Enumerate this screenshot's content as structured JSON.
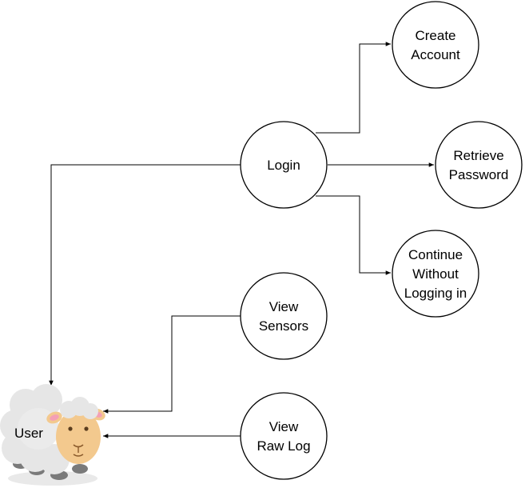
{
  "nodes": {
    "login": {
      "label": "Login"
    },
    "create_account": {
      "lines": [
        "Create",
        "Account"
      ]
    },
    "retrieve_password": {
      "lines": [
        "Retrieve",
        "Password"
      ]
    },
    "continue_without": {
      "lines": [
        "Continue",
        "Without",
        "Logging in"
      ]
    },
    "view_sensors": {
      "lines": [
        "View",
        "Sensors"
      ]
    },
    "view_raw_log": {
      "lines": [
        "View",
        "Raw Log"
      ]
    },
    "user": {
      "label": "User",
      "icon": "sheep-icon"
    }
  },
  "colors": {
    "stroke": "#000000",
    "fill": "#ffffff",
    "sheep_wool": "#e6e6e6",
    "sheep_face": "#f3c98e",
    "sheep_ear_inner": "#f4a0b5",
    "sheep_hoof": "#7a7a7a"
  }
}
